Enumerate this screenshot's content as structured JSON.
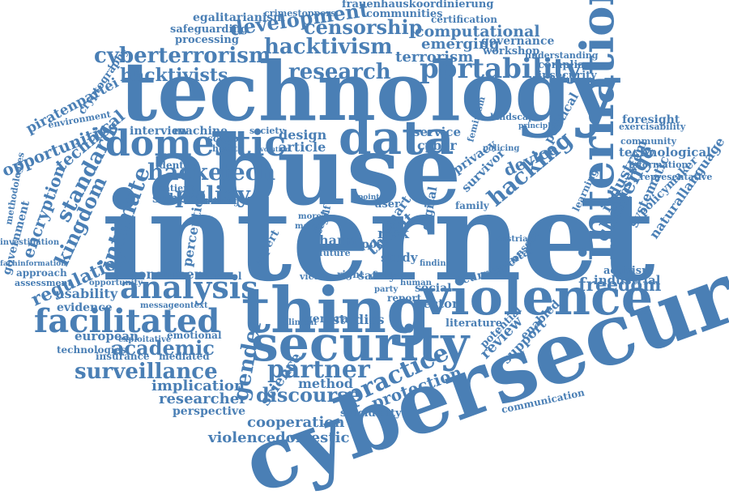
{
  "colors": {
    "word": "#4a7fb5",
    "background": "#ffffff"
  },
  "words": [
    "technology",
    "abuse",
    "internet",
    "cybersecurity",
    "thing",
    "security",
    "violence",
    "data",
    "international",
    "domestic",
    "analysis",
    "facilitated",
    "portability",
    "hacktivism",
    "censorship",
    "cyberterrorism",
    "hacktivists",
    "research",
    "development",
    "academic",
    "surveillance",
    "partner",
    "practice",
    "hacker",
    "tech",
    "policy",
    "intimate",
    "standard",
    "kingdom",
    "encryption",
    "regulation",
    "hacking",
    "device",
    "challenge",
    "gender",
    "science",
    "discourse",
    "method",
    "implication",
    "researcher",
    "perspective",
    "cooperation",
    "violencedomestic",
    "suicidality",
    "protection",
    "studies",
    "review",
    "support",
    "freedom",
    "industrial",
    "activism",
    "ecosystem",
    "technological",
    "community",
    "foresight",
    "representative",
    "policymaker",
    "naturallanguage",
    "systematic",
    "industry",
    "egalitarianism",
    "frauenhauskoordinierung",
    "crimestoppers",
    "communities",
    "certification",
    "computational",
    "emerging",
    "governance",
    "workshop",
    "compliance",
    "understanding",
    "insecurity",
    "safeguarding",
    "processing",
    "terrorism",
    "cryptography",
    "piratenpartei",
    "environment",
    "opportunities",
    "technical",
    "methodologies",
    "government",
    "investigation",
    "approach",
    "assessment",
    "usability",
    "evidence",
    "european",
    "insurance",
    "technologies",
    "consumer",
    "control",
    "victim",
    "right",
    "safety",
    "social",
    "sector",
    "current",
    "mental",
    "literature",
    "general",
    "clinical",
    "subject",
    "mining",
    "patient",
    "identity",
    "machine",
    "interview",
    "society",
    "design",
    "article",
    "evolution",
    "cyber",
    "service",
    "privacy",
    "survivor",
    "learning",
    "landscape",
    "political",
    "feminism",
    "threat",
    "study",
    "report",
    "risk",
    "smart",
    "digital",
    "family",
    "austria",
    "consent",
    "potential",
    "enabled",
    "communication",
    "exploitative",
    "emotional",
    "mediated",
    "context",
    "message",
    "opportunity",
    "perception",
    "school",
    "health",
    "user",
    "point",
    "post",
    "future",
    "expert",
    "male",
    "more",
    "self",
    "harm",
    "text",
    "party",
    "world",
    "human",
    "finding",
    "principle",
    "policing",
    "information",
    "exercisability",
    "fachinformation"
  ]
}
